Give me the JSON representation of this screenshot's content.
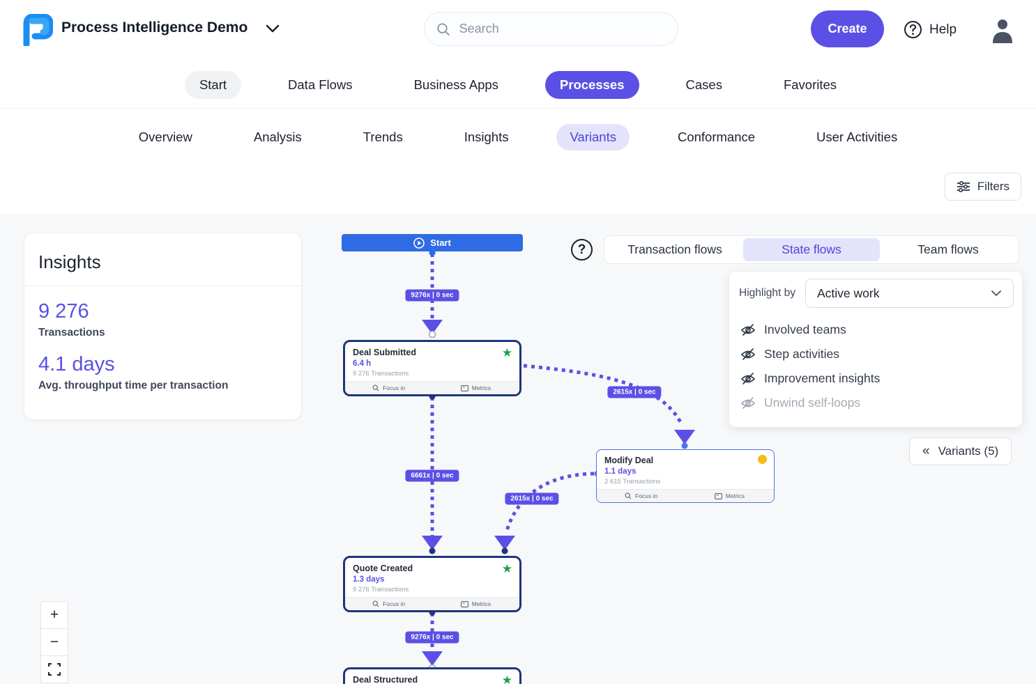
{
  "header": {
    "app_title": "Process Intelligence Demo",
    "search_placeholder": "Search",
    "create_label": "Create",
    "help_label": "Help"
  },
  "primary_nav": {
    "items": [
      {
        "label": "Start"
      },
      {
        "label": "Data Flows"
      },
      {
        "label": "Business Apps"
      },
      {
        "label": "Processes",
        "active": true
      },
      {
        "label": "Cases"
      },
      {
        "label": "Favorites"
      }
    ]
  },
  "secondary_nav": {
    "items": [
      {
        "label": "Overview"
      },
      {
        "label": "Analysis"
      },
      {
        "label": "Trends"
      },
      {
        "label": "Insights"
      },
      {
        "label": "Variants",
        "active": true
      },
      {
        "label": "Conformance"
      },
      {
        "label": "User Activities"
      }
    ]
  },
  "filters_label": "Filters",
  "insights_panel": {
    "title": "Insights",
    "metrics": [
      {
        "value": "9 276",
        "label": "Transactions"
      },
      {
        "value": "4.1 days",
        "label": "Avg. throughput time per transaction"
      }
    ]
  },
  "flow_toggle": {
    "options": [
      {
        "label": "Transaction flows"
      },
      {
        "label": "State flows",
        "active": true
      },
      {
        "label": "Team flows"
      }
    ]
  },
  "highlight_panel": {
    "label": "Highlight by",
    "selected": "Active work",
    "options": [
      {
        "label": "Involved teams"
      },
      {
        "label": "Step activities"
      },
      {
        "label": "Improvement insights"
      },
      {
        "label": "Unwind self-loops",
        "disabled": true
      }
    ]
  },
  "variants_button_label": "Variants (5)",
  "zoom_controls": {
    "zoom_in": "+",
    "zoom_out": "−"
  },
  "diagram": {
    "start_label": "Start",
    "nodes": [
      {
        "name": "Deal Submitted",
        "duration": "6.4 h",
        "transactions": "9 276 Transactions",
        "marker": "star"
      },
      {
        "name": "Modify Deal",
        "duration": "1.1 days",
        "transactions": "2 615 Transactions",
        "marker": "dot"
      },
      {
        "name": "Quote Created",
        "duration": "1.3 days",
        "transactions": "9 276 Transactions",
        "marker": "star"
      },
      {
        "name": "Deal Structured",
        "marker": "star"
      }
    ],
    "node_actions": {
      "focus": "Focus in",
      "metrics": "Metrics"
    },
    "edges": [
      {
        "label": "9276x | 0 sec"
      },
      {
        "label": "2615x | 0 sec"
      },
      {
        "label": "6661x | 0 sec"
      },
      {
        "label": "2615x | 0 sec"
      },
      {
        "label": "9276x | 0 sec"
      }
    ]
  },
  "colors": {
    "accent_purple": "#5b50e5",
    "accent_blue": "#2e6be4",
    "node_border_navy": "#1e357e",
    "star_green": "#17a34a",
    "dot_amber": "#f8bd13",
    "pill_lavender": "#e3e3fb",
    "background": "#f7f8f9"
  }
}
